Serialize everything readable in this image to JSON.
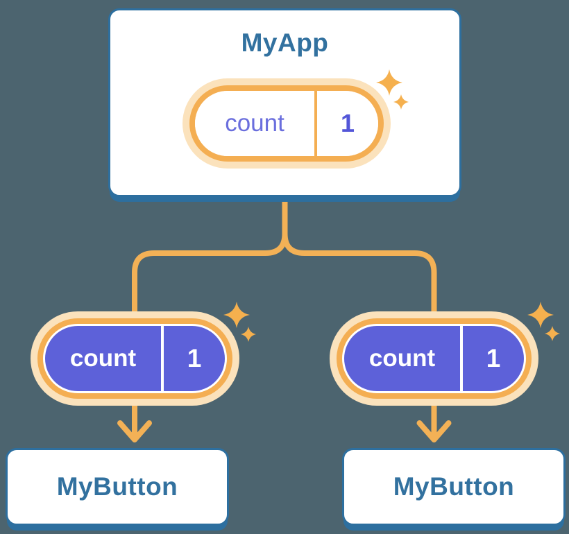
{
  "colors": {
    "background": "#4c646f",
    "card_border_blue": "#2d6f9f",
    "title_blue": "#32719f",
    "connector_orange": "#f3b156",
    "pill_ring_orange": "#f4ae52",
    "pill_glow_peach": "#fbe2bc",
    "props_pill_purple": "#5d61d9",
    "state_text_purple": "#6a6edd",
    "state_value_purple": "#5356d8",
    "pill_text_white": "#ffffff"
  },
  "icons": {
    "sparkle": "sparkle-icon",
    "arrow": "arrow-down-icon"
  },
  "tree": {
    "root": {
      "title": "MyApp",
      "state_pill": {
        "label": "count",
        "value": "1"
      }
    },
    "children": [
      {
        "props_pill": {
          "label": "count",
          "value": "1"
        },
        "title": "MyButton"
      },
      {
        "props_pill": {
          "label": "count",
          "value": "1"
        },
        "title": "MyButton"
      }
    ]
  }
}
